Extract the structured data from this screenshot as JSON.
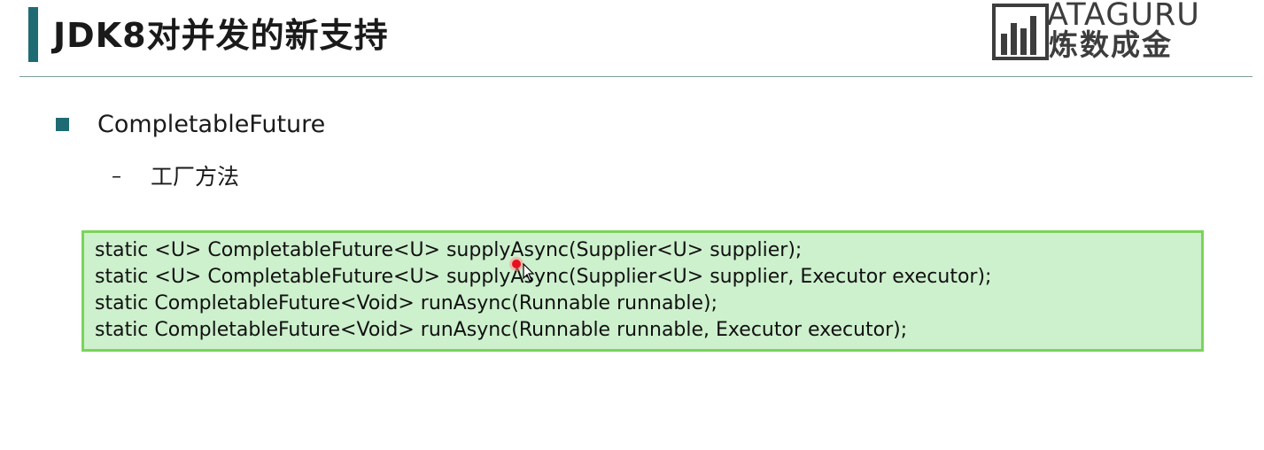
{
  "header": {
    "title": "JDK8对并发的新支持",
    "logo": {
      "line1": "ATAGURU",
      "line2": "炼数成金"
    }
  },
  "content": {
    "bullet": "CompletableFuture",
    "sub_bullet_dash": "–",
    "sub_bullet": "工厂方法",
    "code_lines": [
      "static <U> CompletableFuture<U> supplyAsync(Supplier<U> supplier);",
      "static <U> CompletableFuture<U> supplyAsync(Supplier<U> supplier, Executor executor);",
      "static CompletableFuture<Void> runAsync(Runnable runnable);",
      "static CompletableFuture<Void> runAsync(Runnable runnable, Executor executor);"
    ]
  },
  "colors": {
    "accent": "#1f6b73",
    "code_background": "#cdf0cd",
    "code_border": "#7ad45a",
    "pointer": "#e8101f"
  },
  "icons": {
    "logo_mark": "bar-chart-logo-icon",
    "bullet": "square-bullet-icon",
    "pointer": "laser-pointer-icon",
    "cursor": "mouse-cursor-icon"
  }
}
